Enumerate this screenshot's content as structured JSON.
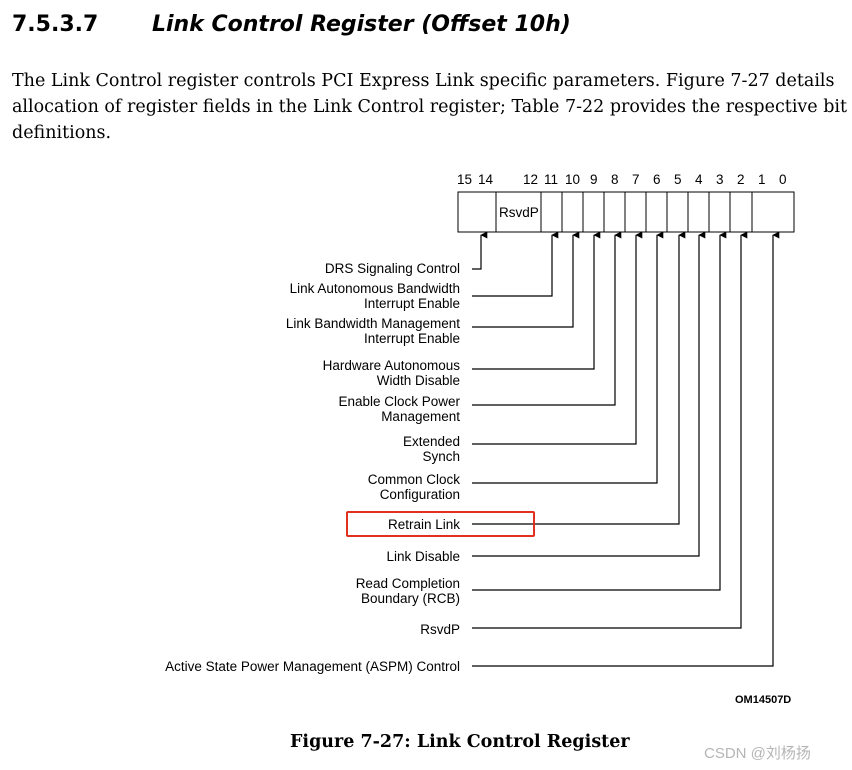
{
  "section": {
    "number": "7.5.3.7",
    "title": "Link Control Register (Offset 10h)"
  },
  "paragraph": [
    "The Link Control register controls PCI Express Link specific parameters.  Figure 7-27 details",
    "allocation of register fields in the Link Control register; Table 7-22 provides the respective bit",
    "definitions."
  ],
  "figure": {
    "bit_numbers": [
      "15",
      "14",
      "12",
      "11",
      "10",
      "9",
      "8",
      "7",
      "6",
      "5",
      "4",
      "3",
      "2",
      "1",
      "0"
    ],
    "reserved_field_label": "RsvdP",
    "fields": [
      {
        "lines": [
          "DRS Signaling Control"
        ]
      },
      {
        "lines": [
          "Link Autonomous Bandwidth",
          "Interrupt Enable"
        ]
      },
      {
        "lines": [
          "Link Bandwidth Management",
          "Interrupt Enable"
        ]
      },
      {
        "lines": [
          "Hardware Autonomous",
          "Width Disable"
        ]
      },
      {
        "lines": [
          "Enable Clock Power",
          "Management"
        ]
      },
      {
        "lines": [
          "Extended",
          "Synch"
        ]
      },
      {
        "lines": [
          "Common Clock",
          "Configuration"
        ]
      },
      {
        "lines": [
          "Retrain Link"
        ],
        "highlighted": true
      },
      {
        "lines": [
          "Link Disable"
        ]
      },
      {
        "lines": [
          "Read Completion",
          "Boundary (RCB)"
        ]
      },
      {
        "lines": [
          "RsvdP"
        ]
      },
      {
        "lines": [
          "Active State Power Management (ASPM) Control"
        ]
      }
    ],
    "figure_id": "OM14507D",
    "caption": "Figure 7-27:  Link Control Register",
    "highlight_color": "#e0301e"
  },
  "watermark": "CSDN @刘杨扬"
}
